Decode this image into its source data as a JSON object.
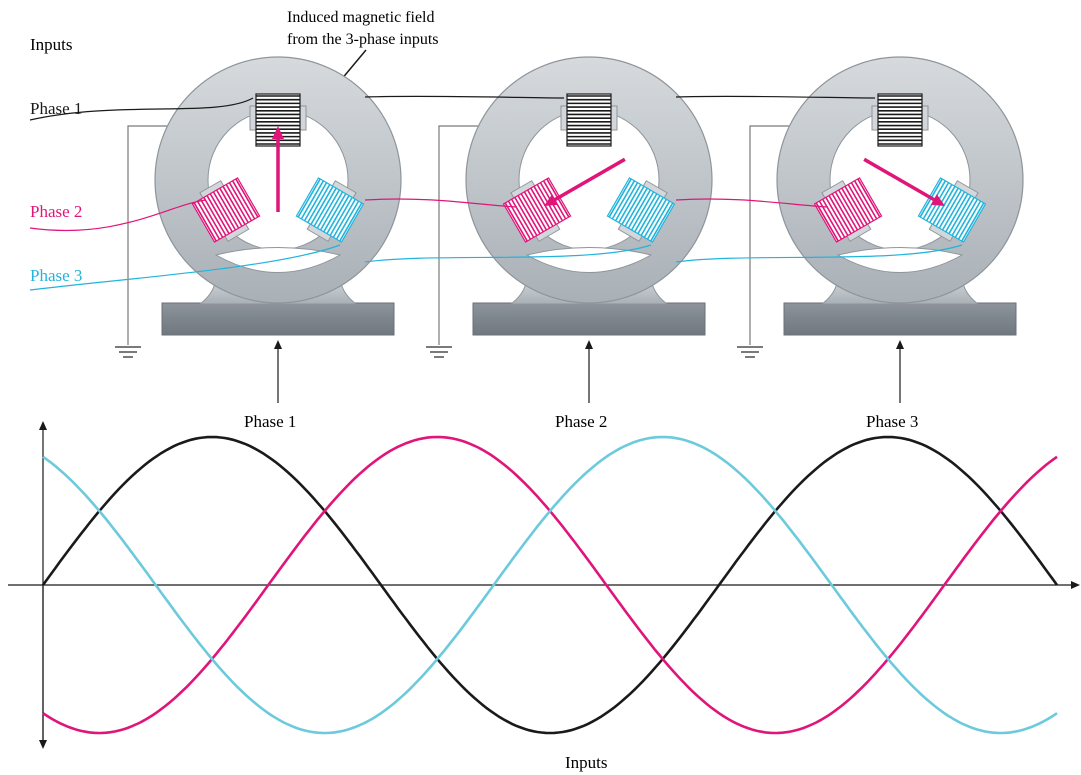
{
  "labels": {
    "inputs_top": "Inputs",
    "inputs_bottom": "Inputs",
    "phase1": "Phase 1",
    "phase2": "Phase 2",
    "phase3": "Phase 3",
    "annotation_line1": "Induced magnetic field",
    "annotation_line2": "from the 3-phase inputs",
    "stage_labels": [
      "Phase 1",
      "Phase 2",
      "Phase 3"
    ]
  },
  "colors": {
    "phase1": "#1a1a1a",
    "phase2": "#e0157a",
    "phase3": "#22b4dc",
    "wave3": "#6ccadc",
    "arrow": "#e0157a",
    "stator": "#c4c9ce",
    "base": "#7f8790"
  },
  "motors": [
    {
      "field_direction_deg": 90
    },
    {
      "field_direction_deg": 210
    },
    {
      "field_direction_deg": 330
    }
  ],
  "chart_data": {
    "type": "line",
    "x_range_deg": [
      0,
      540
    ],
    "series": [
      {
        "key": "phase1",
        "phase_shift_deg": 0
      },
      {
        "key": "phase2",
        "phase_shift_deg": -120
      },
      {
        "key": "phase3",
        "phase_shift_deg": 120
      }
    ],
    "grid": false
  }
}
